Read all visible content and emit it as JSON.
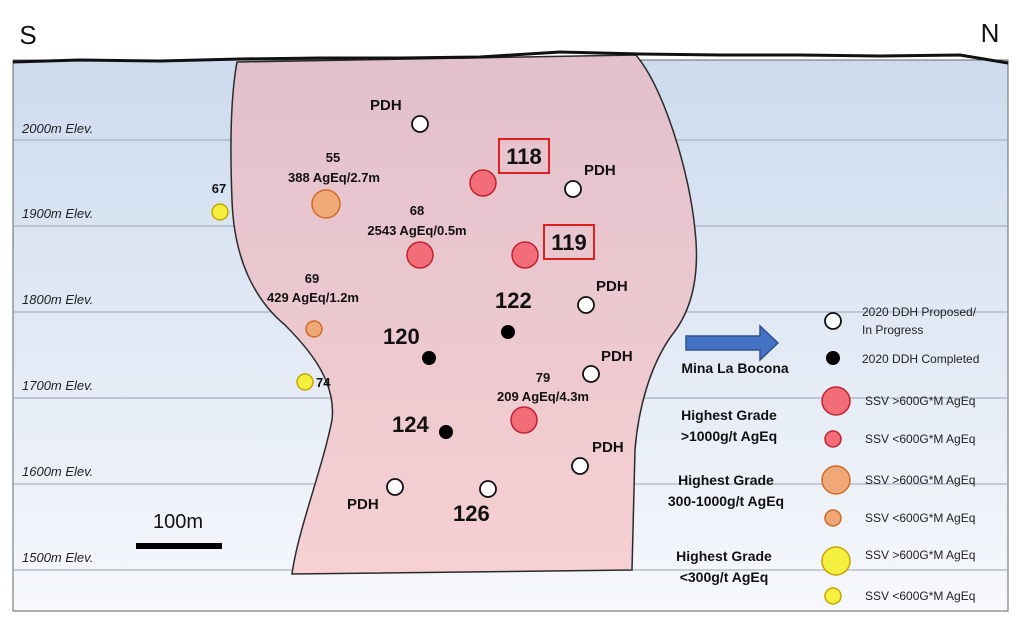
{
  "compass": {
    "south": "S",
    "north": "N"
  },
  "elevations": [
    "2000m Elev.",
    "1900m Elev.",
    "1800m Elev.",
    "1700m Elev.",
    "1600m Elev.",
    "1500m Elev."
  ],
  "scale_bar": {
    "label": "100m"
  },
  "pdh_label": "PDH",
  "holes": {
    "h118": "118",
    "h119": "119",
    "h120": "120",
    "h122": "122",
    "h124": "124",
    "h126": "126"
  },
  "samples": {
    "s55": {
      "id": "55",
      "grade": "388 AgEq/2.7m"
    },
    "s67": {
      "id": "67"
    },
    "s68": {
      "id": "68",
      "grade": "2543 AgEq/0.5m"
    },
    "s69": {
      "id": "69",
      "grade": "429  AgEq/1.2m"
    },
    "s74": {
      "id": "74"
    },
    "s79": {
      "id": "79",
      "grade": "209 AgEq/4.3m"
    }
  },
  "mina_label": "Mina La Bocona",
  "grades": {
    "g1": [
      "Highest Grade",
      ">1000g/t AgEq"
    ],
    "g2": [
      "Highest Grade",
      "300-1000g/t AgEq"
    ],
    "g3": [
      "Highest Grade",
      "<300g/t AgEq"
    ]
  },
  "legend": {
    "proposed": [
      "2020 DDH Proposed/",
      "In Progress"
    ],
    "completed": "2020 DDH Completed",
    "red_large": "SSV >600G*M AgEq",
    "red_small": "SSV <600G*M AgEq",
    "orange_large": "SSV >600G*M AgEq",
    "orange_small": "SSV <600G*M AgEq",
    "yellow_large": "SSV >600G*M AgEq",
    "yellow_small": "SSV <600G*M AgEq"
  },
  "colors": {
    "sky_top": "#cfdcee",
    "zone_fill": "#e7c3cc",
    "red": "#f26d78",
    "orange": "#f0a878",
    "yellow": "#f5f040",
    "arrow": "#4472c4",
    "callout_border": "#e02020"
  }
}
